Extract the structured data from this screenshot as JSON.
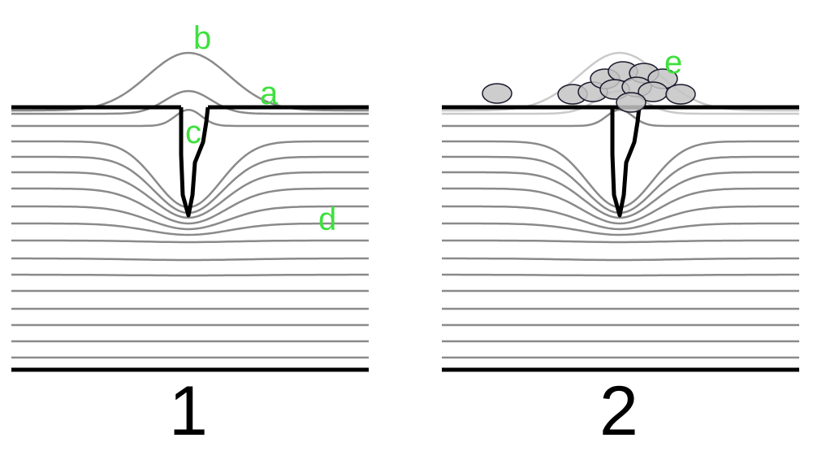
{
  "labels": {
    "a": "a",
    "b": "b",
    "c": "c",
    "d": "d",
    "e": "e"
  },
  "panels": [
    {
      "number": "1"
    },
    {
      "number": "2"
    }
  ],
  "colors": {
    "layer": "#8a8a8a",
    "surface": "#000000",
    "label": "#3ee03e",
    "clast_fill": "#c4c4c4",
    "clast_stroke": "#1a1a2e"
  }
}
